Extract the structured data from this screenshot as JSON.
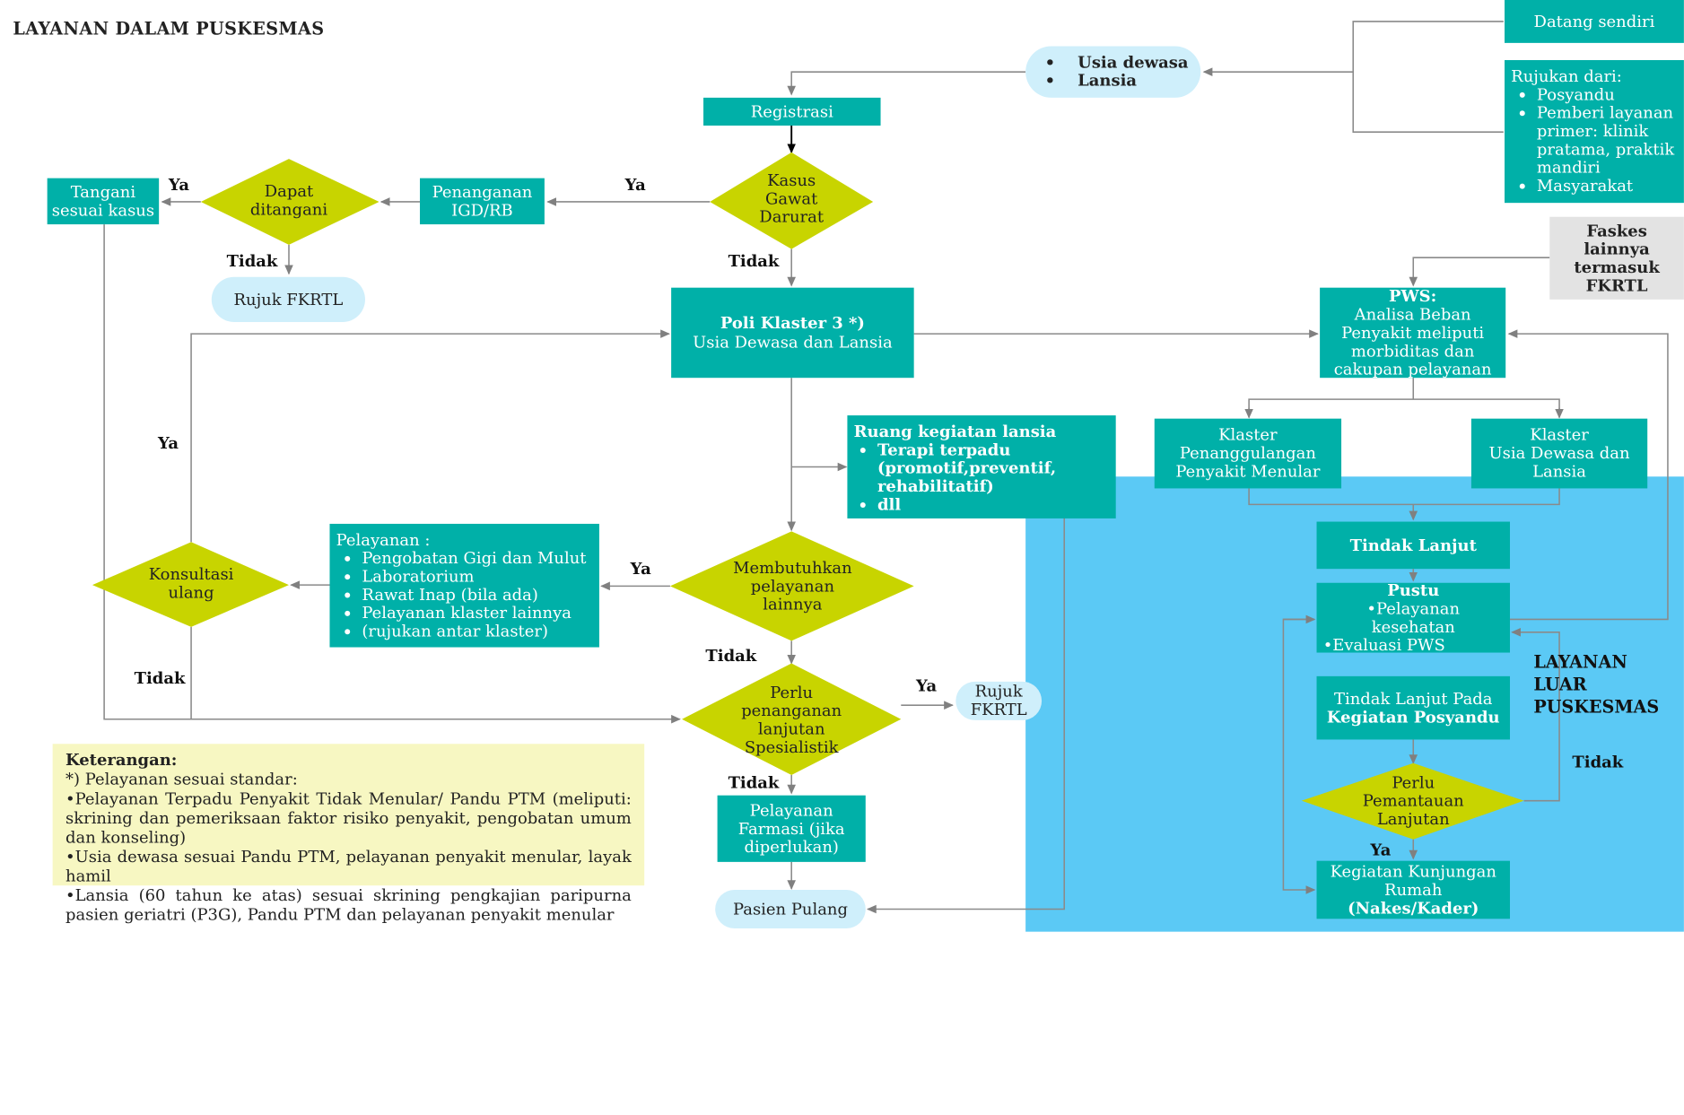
{
  "title": "LAYANAN DALAM PUSKESMAS",
  "outside_title": [
    "LAYANAN",
    "LUAR",
    "PUSKESMAS"
  ],
  "colors": {
    "teal": "#00b0a8",
    "lime": "#c8d400",
    "light_blue": "#cfeffb",
    "sky": "#5bc9f5",
    "gray": "#e3e3e3",
    "note": "#f7f7c2"
  },
  "nodes": {
    "datang_sendiri": "Datang sendiri",
    "rujukan": {
      "head": "Rujukan dari:",
      "items": [
        "Posyandu",
        "Pemberi layanan primer: klinik pratama, praktik mandiri",
        "Masyarakat"
      ]
    },
    "usia_pill": {
      "items": [
        "Usia dewasa",
        "Lansia"
      ]
    },
    "registrasi": "Registrasi",
    "kasus": [
      "Kasus",
      "Gawat",
      "Darurat"
    ],
    "igd": [
      "Penanganan",
      "IGD/RB"
    ],
    "dapat": [
      "Dapat",
      "ditangani"
    ],
    "tangani": [
      "Tangani",
      "sesuai kasus"
    ],
    "rujuk1": "Rujuk FKRTL",
    "poli": {
      "line1": "Poli Klaster 3 *)",
      "line2": "Usia Dewasa dan Lansia"
    },
    "ruang": {
      "head": "Ruang kegiatan lansia",
      "items": [
        "Terapi terpadu (promotif,preventif, rehabilitatif)",
        "dll"
      ]
    },
    "membutuhkan": [
      "Membutuhkan",
      "pelayanan",
      "lainnya"
    ],
    "pelayanan": {
      "head": "Pelayanan :",
      "items": [
        "Pengobatan Gigi dan Mulut",
        "Laboratorium",
        "Rawat Inap (bila ada)",
        "Pelayanan klaster lainnya",
        "(rujukan antar klaster)"
      ]
    },
    "konsultasi": [
      "Konsultasi",
      "ulang"
    ],
    "perlu": [
      "Perlu",
      "penanganan",
      "lanjutan",
      "Spesialistik"
    ],
    "rujuk2": [
      "Rujuk",
      "FKRTL"
    ],
    "farmasi": [
      "Pelayanan",
      "Farmasi (jika",
      "diperlukan)"
    ],
    "pulang": "Pasien Pulang",
    "faskes": [
      "Faskes",
      "lainnya",
      "termasuk",
      "FKRTL"
    ],
    "pws": {
      "head": "PWS:",
      "body": "Analisa Beban Penyakit meliputi morbiditas dan cakupan pelayanan"
    },
    "klaster_menular": [
      "Klaster",
      "Penanggulangan",
      "Penyakit Menular"
    ],
    "klaster_usia": [
      "Klaster",
      "Usia Dewasa dan",
      "Lansia"
    ],
    "tindak_lanjut": "Tindak Lanjut",
    "pustu": {
      "head": "Pustu",
      "items": [
        "•Pelayanan kesehatan",
        "•Evaluasi PWS"
      ]
    },
    "posyandu": {
      "line1": "Tindak Lanjut Pada",
      "line2": "Kegiatan Posyandu"
    },
    "pemantauan": [
      "Perlu",
      "Pemantauan",
      "Lanjutan"
    ],
    "kunjungan": {
      "line1": "Kegiatan Kunjungan",
      "line2": "Rumah",
      "line3": "(Nakes/Kader)"
    }
  },
  "labels": {
    "ya": "Ya",
    "tidak": "Tidak"
  },
  "keterangan": {
    "head": "Keterangan:",
    "lines": [
      "*) Pelayanan sesuai standar:",
      "•Pelayanan Terpadu Penyakit Tidak Menular/ Pandu PTM (meliputi: skrining dan pemeriksaan faktor risiko penyakit, pengobatan umum dan konseling)",
      "•Usia dewasa sesuai Pandu PTM, pelayanan penyakit menular, layak hamil",
      "•Lansia (60 tahun ke atas) sesuai skrining pengkajian paripurna pasien geriatri (P3G), Pandu PTM dan pelayanan penyakit menular"
    ]
  }
}
